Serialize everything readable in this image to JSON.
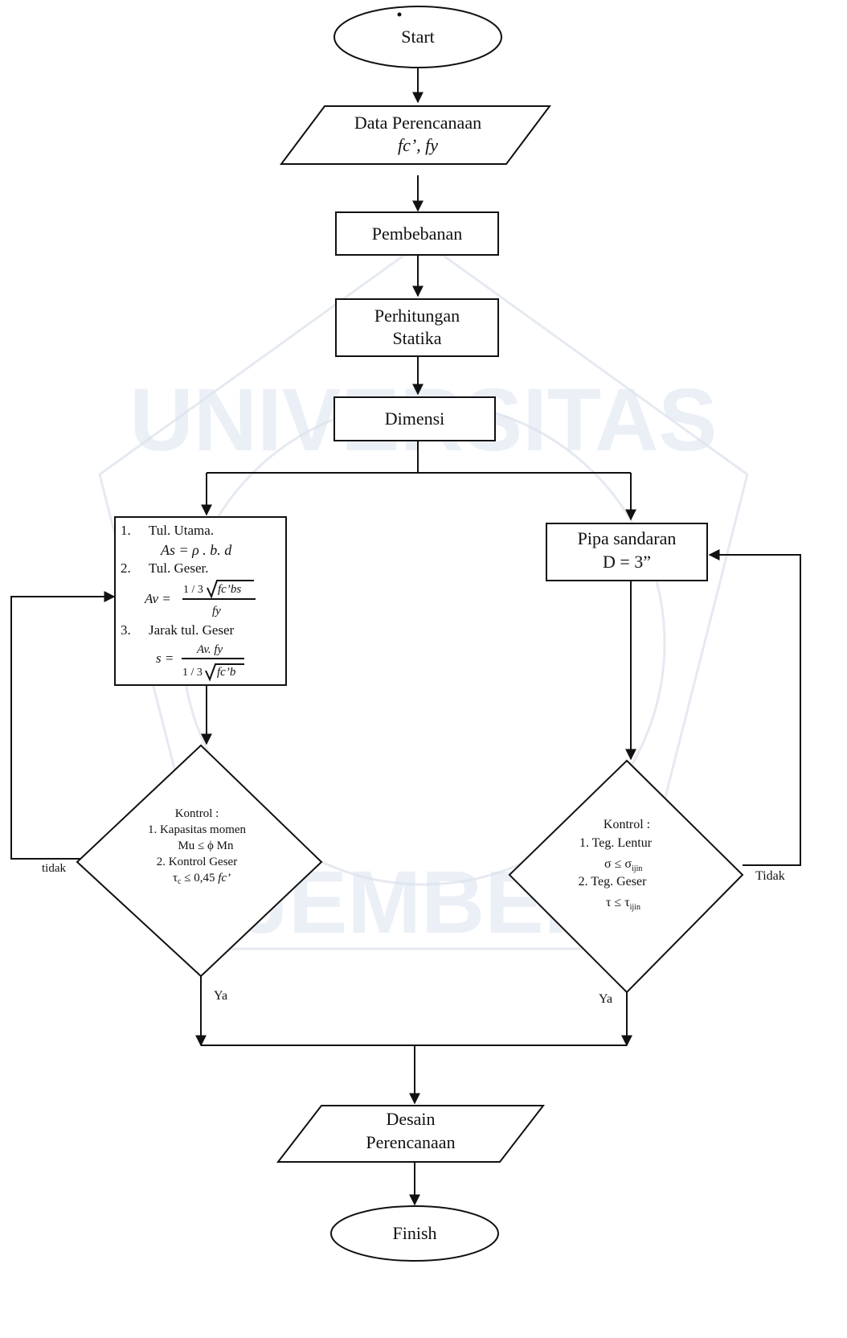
{
  "watermark": {
    "word_top": "UNIVERSITAS",
    "word_bottom": "JEMBER"
  },
  "nodes": {
    "start": "Start",
    "data_title": "Data Perencanaan",
    "data_vars": "fc’, fy",
    "pembebanan": "Pembebanan",
    "statika_1": "Perhitungan",
    "statika_2": "Statika",
    "dimensi": "Dimensi",
    "tul": {
      "item1_num": "1.",
      "item1_label": "Tul. Utama.",
      "item1_formula": "As = ρ . b. d",
      "item2_num": "2.",
      "item2_label": "Tul. Geser.",
      "item2_lhs": "Av =",
      "item2_num_expr_a": "1 / 3",
      "item2_num_expr_b": "fc’bs",
      "item2_den": "fy",
      "item3_num": "3.",
      "item3_label": "Jarak tul. Geser",
      "item3_lhs": "s =",
      "item3_num_expr": "Av. fy",
      "item3_den_a": "1 / 3",
      "item3_den_b": "fc’b"
    },
    "pipa_1": "Pipa sandaran",
    "pipa_2": "D = 3”",
    "kontrol_left": {
      "title": "Kontrol :",
      "line1": "1. Kapasitas momen",
      "line2": "Mu ≤ ϕ Mn",
      "line3": "2. Kontrol Geser",
      "line4_a": "τ",
      "line4_sub": "c",
      "line4_b": " ≤ 0,45 ",
      "line4_c": "fc’"
    },
    "kontrol_right": {
      "title": "Kontrol :",
      "line1": "1. Teg. Lentur",
      "line2_a": "σ ≤ σ",
      "line2_sub": "ijin",
      "line3": "2. Teg. Geser",
      "line4_a": "τ ≤ τ",
      "line4_sub": "ijin"
    },
    "desain_1": "Desain",
    "desain_2": "Perencanaan",
    "finish": "Finish"
  },
  "edge_labels": {
    "tidak_left": "tidak",
    "tidak_right": "Tidak",
    "ya_left": "Ya",
    "ya_right": "Ya"
  }
}
